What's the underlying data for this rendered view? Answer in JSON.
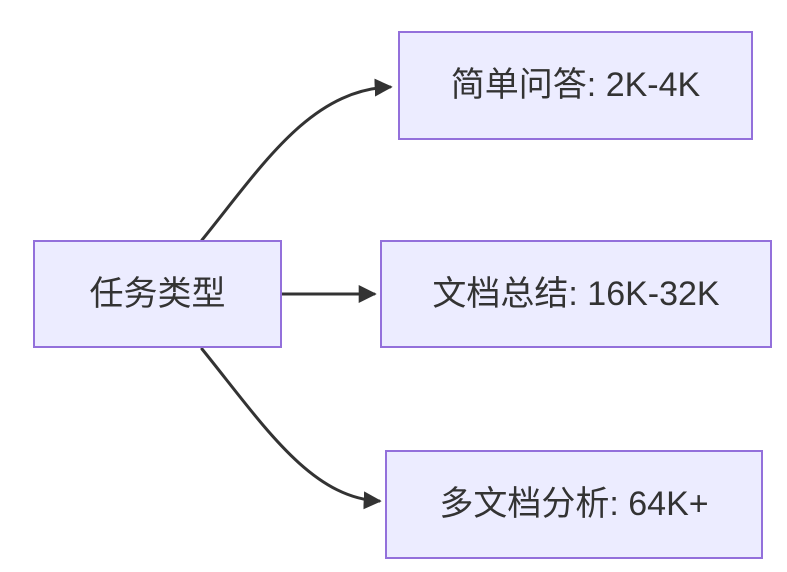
{
  "diagram": {
    "type": "flowchart-lr",
    "root": {
      "id": "task-type",
      "label": "任务类型"
    },
    "branches": [
      {
        "id": "simple-qa",
        "label": "简单问答: 2K-4K"
      },
      {
        "id": "doc-summary",
        "label": "文档总结: 16K-32K"
      },
      {
        "id": "multi-doc",
        "label": "多文档分析: 64K+"
      }
    ],
    "edges": [
      {
        "from": "task-type",
        "to": "simple-qa"
      },
      {
        "from": "task-type",
        "to": "doc-summary"
      },
      {
        "from": "task-type",
        "to": "multi-doc"
      }
    ],
    "colors": {
      "node_fill": "#ECECFF",
      "node_border": "#9370DB",
      "edge_stroke": "#333333",
      "text": "#333333",
      "background": "#FFFFFF"
    }
  }
}
